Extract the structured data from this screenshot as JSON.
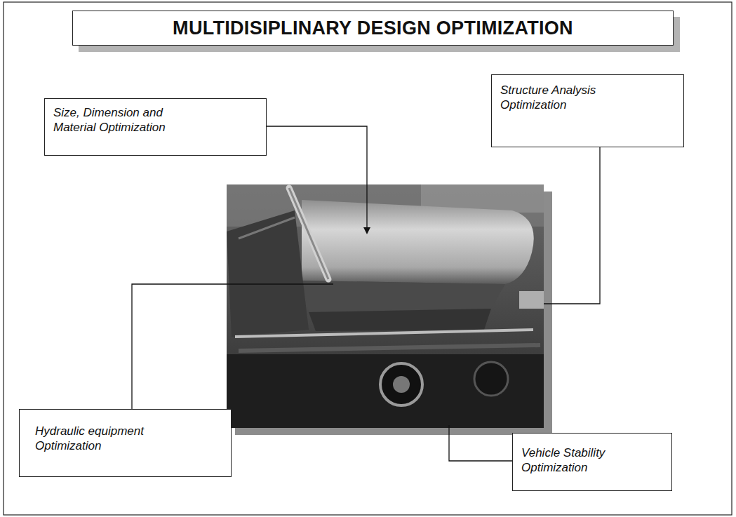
{
  "diagram": {
    "title": "MULTIDISIPLINARY DESIGN OPTIMIZATION",
    "nodes": [
      {
        "text": [
          "Size, Dimension and Material Optimization"
        ]
      },
      {
        "text": [
          "Structure Analysis Optimization"
        ]
      },
      {
        "text": [
          "Hydraulic equipment Optimization"
        ]
      },
      {
        "text": [
          "Vehicle Stability Optimization"
        ]
      }
    ]
  }
}
